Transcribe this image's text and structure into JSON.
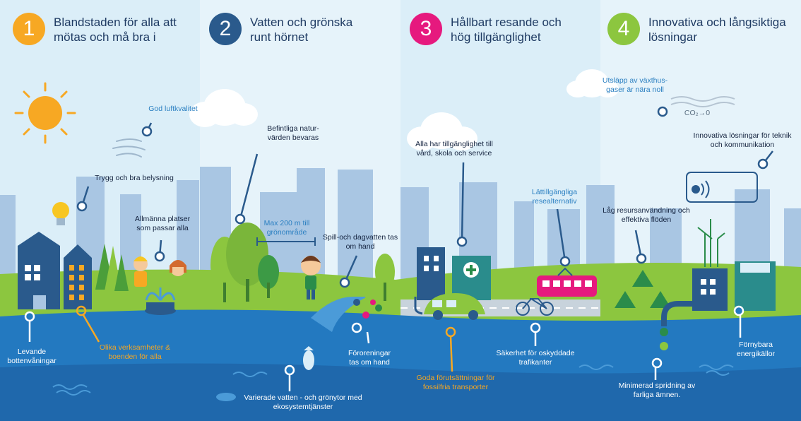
{
  "sections": [
    {
      "number": "1",
      "title": "Blandstaden för alla att mötas och må bra i",
      "color": "#f7a823"
    },
    {
      "number": "2",
      "title": "Vatten och grönska runt hörnet",
      "color": "#2a5a8c"
    },
    {
      "number": "3",
      "title": "Hållbart resande och hög tillgänglighet",
      "color": "#e6197e"
    },
    {
      "number": "4",
      "title": "Innovativa och långsiktiga lösningar",
      "color": "#8cc63f"
    }
  ],
  "labels": {
    "luftkvalitet": "God luftkvalitet",
    "belysning": "Trygg och bra belysning",
    "platser": "Allmänna platser som passar alla",
    "bottenvaningar": "Levande bottenvåningar",
    "verksamheter": "Olika verksamheter & boenden för alla",
    "naturvarden": "Befintliga natur-värden bevaras",
    "gronomrade": "Max 200 m till grönområde",
    "dagvatten": "Spill-och dagvatten tas om hand",
    "fororeningar": "Föroreningar tas om hand",
    "vattengront": "Varierade vatten - och grönytor med ekosystemtjänster",
    "tillganglighet": "Alla har tillgänglighet till vård, skola och service",
    "resealternativ": "Lättillgängliga resealternativ",
    "sakerhet": "Säkerhet för oskyddade trafikanter",
    "fossilfria": "Goda förutsättningar för fossilfria transporter",
    "utslapp": "Utsläpp av växthus-gaser är nära noll",
    "co2": "CO₂→0",
    "innovativa": "Innovativa lösningar för teknik och kommunikation",
    "resurs": "Låg resursanvändning och effektiva flöden",
    "fornybara": "Förnybara energikällor",
    "minimerad": "Minimerad spridning av farliga ämnen."
  },
  "colors": {
    "sky": "#dbeef8",
    "skyStrip": "#e8f4fb",
    "buildings": "#a9c6e3",
    "grass": "#8cc63f",
    "water": "#2379c0",
    "waterDeep": "#1f68ac",
    "darkBlue": "#2a5a8c",
    "pink": "#e6197e",
    "orange": "#f7a823",
    "green": "#8cc63f"
  },
  "icons": [
    "sun-icon",
    "wind-icon",
    "cloud-icon",
    "lightbulb-icon",
    "recycle-icon",
    "wifi-icon",
    "plus-icon",
    "wave-icon",
    "fish-icon"
  ]
}
